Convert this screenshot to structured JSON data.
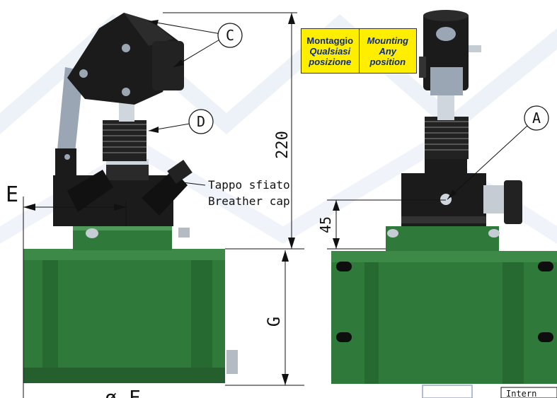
{
  "colors": {
    "body_green": "#2f7a3a",
    "body_green_dark": "#1f5a28",
    "body_green_light": "#4f9a5a",
    "steel_black": "#1b1b1b",
    "steel_grey": "#9aa6b4",
    "chrome": "#cfd6de",
    "note_yellow": "#ffee00",
    "note_text": "#0b2a8a",
    "watermark": "#c8d4ea"
  },
  "callouts": {
    "c": "C",
    "d": "D",
    "a": "A"
  },
  "dimensions": {
    "height_total": "220",
    "e": "E",
    "g": "G",
    "h45": "45",
    "phi_f": "ø F"
  },
  "labels": {
    "breather_it": "Tappo sfiato",
    "breather_en": "Breather cap"
  },
  "note": {
    "it_line1": "Montaggio",
    "it_line2": "Qualsiasi",
    "it_line3": "posizione",
    "en_line1": "Mounting",
    "en_line2": "Any",
    "en_line3": "position"
  },
  "title_block_text": "Intern"
}
